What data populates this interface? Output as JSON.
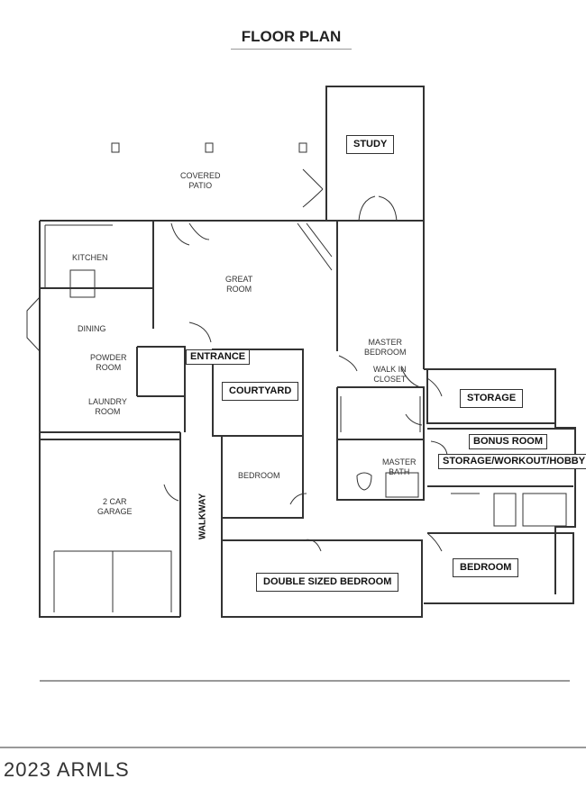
{
  "title": "FLOOR PLAN",
  "copyright": "2023 ARMLS",
  "rooms": {
    "study": "STUDY",
    "covered_patio": "COVERED\nPATIO",
    "kitchen": "KITCHEN",
    "great_room": "GREAT\nROOM",
    "dining": "DINING",
    "powder_room": "POWDER\nROOM",
    "entrance": "ENTRANCE",
    "courtyard": "COURTYARD",
    "laundry_room": "LAUNDRY\nROOM",
    "master_bedroom": "MASTER\nBEDROOM",
    "walk_in_closet": "WALK IN\nCLOSET",
    "storage": "STORAGE",
    "bonus_room": "BONUS ROOM",
    "storage_workout_hobby": "STORAGE/WORKOUT/HOBBY",
    "master_bath": "MASTER\nBATH",
    "bedroom_1": "BEDROOM",
    "garage": "2 CAR\nGARAGE",
    "walkway": "WALKWAY",
    "double_bedroom": "DOUBLE SIZED BEDROOM",
    "bedroom_2": "BEDROOM"
  }
}
